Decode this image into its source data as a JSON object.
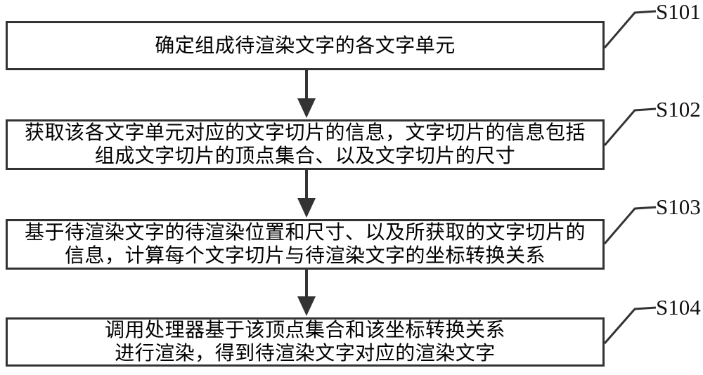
{
  "figure": {
    "background": "#ffffff",
    "line_color": "#333333",
    "text_color": "#000000",
    "steps": [
      {
        "label": "S101",
        "lines": [
          "确定组成待渲染文字的各文字单元"
        ]
      },
      {
        "label": "S102",
        "lines": [
          "获取该各文字单元对应的文字切片的信息，文字切片的信息包括",
          "组成文字切片的顶点集合、以及文字切片的尺寸"
        ]
      },
      {
        "label": "S103",
        "lines": [
          "基于待渲染文字的待渲染位置和尺寸、以及所获取的文字切片的",
          "信息，计算每个文字切片与待渲染文字的坐标转换关系"
        ]
      },
      {
        "label": "S104",
        "lines": [
          "调用处理器基于该顶点集合和该坐标转换关系",
          "进行渲染，得到待渲染文字对应的渲染文字"
        ]
      }
    ]
  }
}
